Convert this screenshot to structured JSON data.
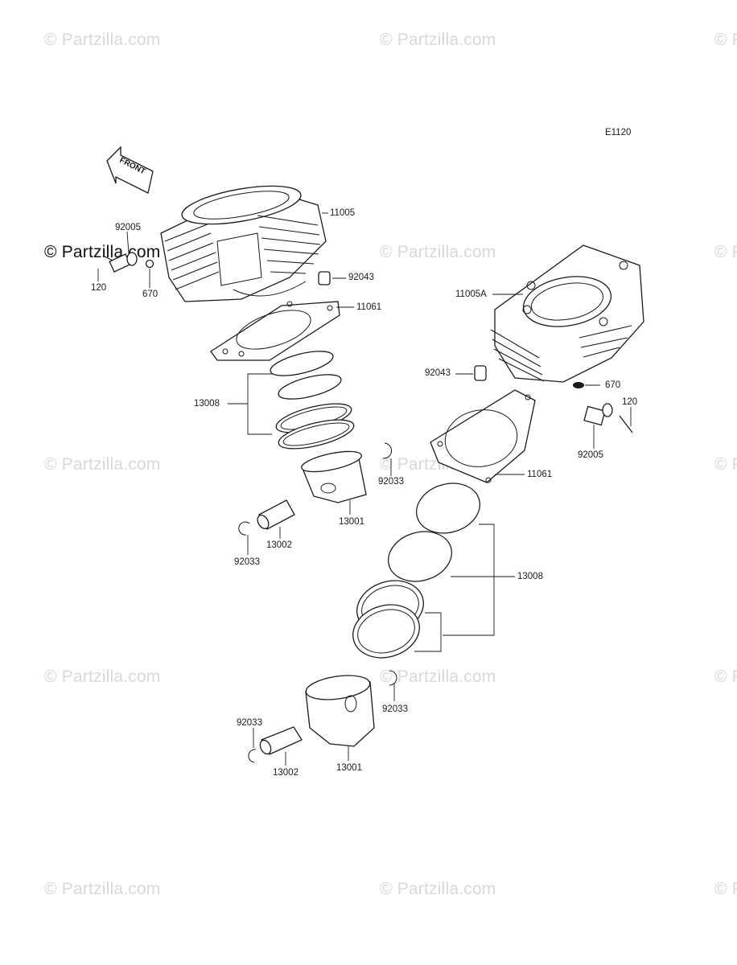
{
  "diagram": {
    "code": "E1120",
    "front_arrow_label": "FRONT",
    "watermark_text": "© Partzilla.com"
  },
  "callouts": {
    "cyl_left": "11005",
    "bolt_left_no": "92005",
    "bolt_left_120": "120",
    "bolt_left_670": "670",
    "dowel_left": "92043",
    "gasket_left": "11061",
    "rings_left": "13008",
    "piston_left": "13001",
    "clip_left_a": "92033",
    "pin_left": "13002",
    "clip_left_b": "92033",
    "cyl_right": "11005A",
    "dowel_right": "92043",
    "oring_right": "670",
    "bolt_right_120": "120",
    "bolt_right_no": "92005",
    "gasket_right": "11061",
    "rings_right": "13008",
    "clip_right_a": "92033",
    "clip_right_b": "92033",
    "pin_right": "13002",
    "piston_right": "13001"
  }
}
